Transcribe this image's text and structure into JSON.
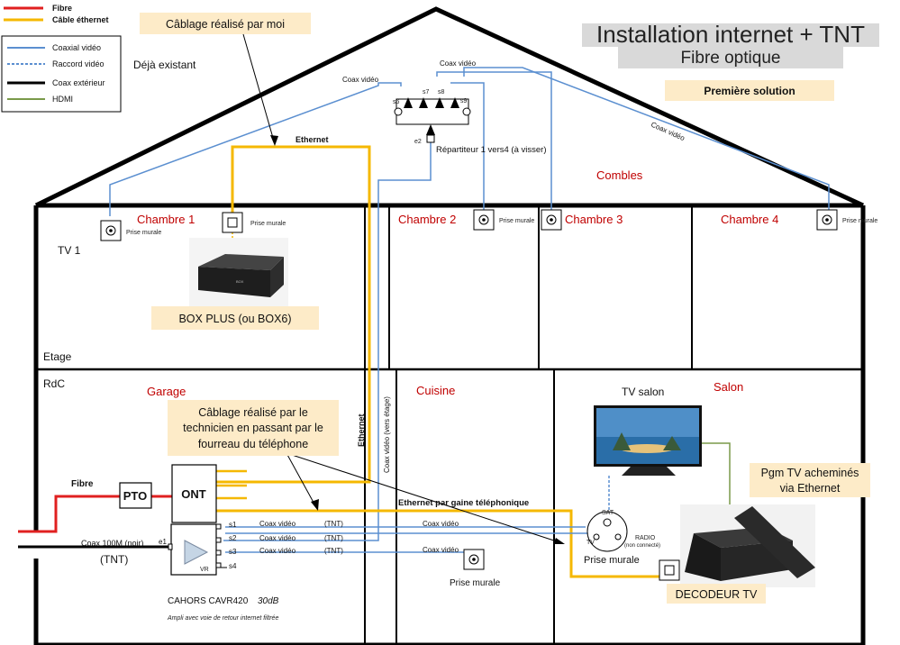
{
  "title": "Installation internet + TNT",
  "subtitle": "Fibre optique",
  "solution_label": "Première solution",
  "legend": {
    "fibre": "Fibre",
    "ethernet_cable": "Câble éthernet",
    "coax_video": "Coaxial vidéo",
    "raccord_video": "Raccord vidéo",
    "coax_exterieur": "Coax extérieur",
    "hdmi": "HDMI"
  },
  "colors": {
    "fibre": "#e02020",
    "ethernet": "#f5b800",
    "coax": "#5b8fd0",
    "exterior": "#000000",
    "hdmi": "#7a9a4a",
    "note_bg": "#fdebc8",
    "title_bg": "#d9d9d9"
  },
  "notes": {
    "cablage_moi": "Câblage réalisé par moi",
    "deja_existant": "Déjà existant",
    "cablage_tech": [
      "Câblage réalisé par le",
      "technicien en passant par le",
      "fourreau du téléphone"
    ],
    "pgm_tv": [
      "Pgm TV acheminés",
      "via Ethernet"
    ]
  },
  "rooms": {
    "chambre1": "Chambre 1",
    "chambre2": "Chambre 2",
    "chambre3": "Chambre 3",
    "chambre4": "Chambre 4",
    "combles": "Combles",
    "garage": "Garage",
    "cuisine": "Cuisine",
    "salon": "Salon"
  },
  "floors": {
    "etage": "Etage",
    "rdc": "RdC"
  },
  "labels": {
    "tv1": "TV 1",
    "tv_salon": "TV salon",
    "prise_murale_small": "Prise murale",
    "prise_murale": "Prise murale",
    "box_plus": "BOX PLUS (ou BOX6)",
    "decodeur": "DECODEUR TV",
    "ethernet": "Ethernet",
    "ethernet_gaine": "Ethernet par gaine téléphonique",
    "coax_video": "Coax vidéo",
    "coax_video_etage": "Coax vidéo (vers étage)",
    "repartiteur": "Répartiteur 1 vers4 (à visser)",
    "e2": "e2",
    "s6": "s6",
    "s7": "s7",
    "s8": "s8",
    "s9": "s9",
    "fibre": "Fibre",
    "pto": "PTO",
    "ont": "ONT",
    "coax_100m": "Coax 100M (noir)",
    "tnt": "(TNT)",
    "e1": "e1",
    "s1": "s1",
    "s2": "s2",
    "s3": "s3",
    "s4": "s4",
    "vr": "VR",
    "ampli": "CAHORS CAVR420",
    "gain": "30dB",
    "ampli_desc": "Ampli avec voie de retour internet filtrée",
    "sat": "SAT",
    "tv": "TV",
    "radio": "RADIO",
    "non_connecte": "(non connecté)",
    "box_brand": "BOX"
  }
}
